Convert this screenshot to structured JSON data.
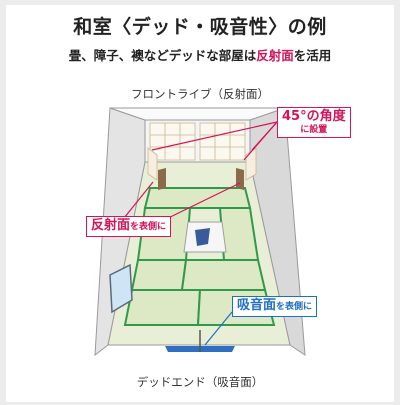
{
  "title": "和室〈デッド・吸音性〉の例",
  "subtitle_pre": "畳、障子、襖などデッドな部屋は",
  "subtitle_highlight": "反射面",
  "subtitle_post": "を活用",
  "front_label": "フロントライブ（反射面）",
  "rear_label": "デッドエンド（吸音面）",
  "callout_angle_line1": "45°の角度",
  "callout_angle_line2": "に設置",
  "callout_reflect_main": "反射面",
  "callout_reflect_suffix": "を表側に",
  "callout_absorb_main": "吸音面",
  "callout_absorb_suffix": "を表側に",
  "colors": {
    "accent_pink": "#d4145a",
    "accent_blue": "#1f6fc4",
    "tatami": "#dde8c4",
    "tatami_border": "#2f9a4a"
  }
}
